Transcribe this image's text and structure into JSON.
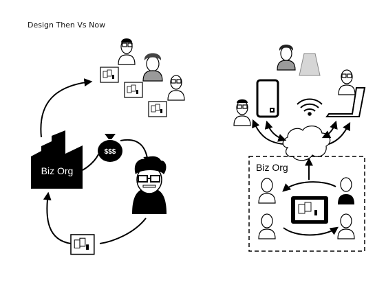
{
  "title": "Design Then Vs Now",
  "left": {
    "factory_label": "Biz Org",
    "money_label": "$$$"
  },
  "right": {
    "org_label": "Biz Org"
  },
  "colors": {
    "ink": "#000000",
    "paper": "#ffffff",
    "hair": "#555555",
    "skin_shadow": "#cfcfcf",
    "cup": "#d6d6d6"
  },
  "icons": [
    "factory-icon",
    "money-bag-icon",
    "designer-icon",
    "person-icon",
    "app-frame-icon",
    "phone-icon",
    "laptop-icon",
    "wifi-icon",
    "cloud-icon",
    "tablet-icon",
    "cup-icon"
  ]
}
